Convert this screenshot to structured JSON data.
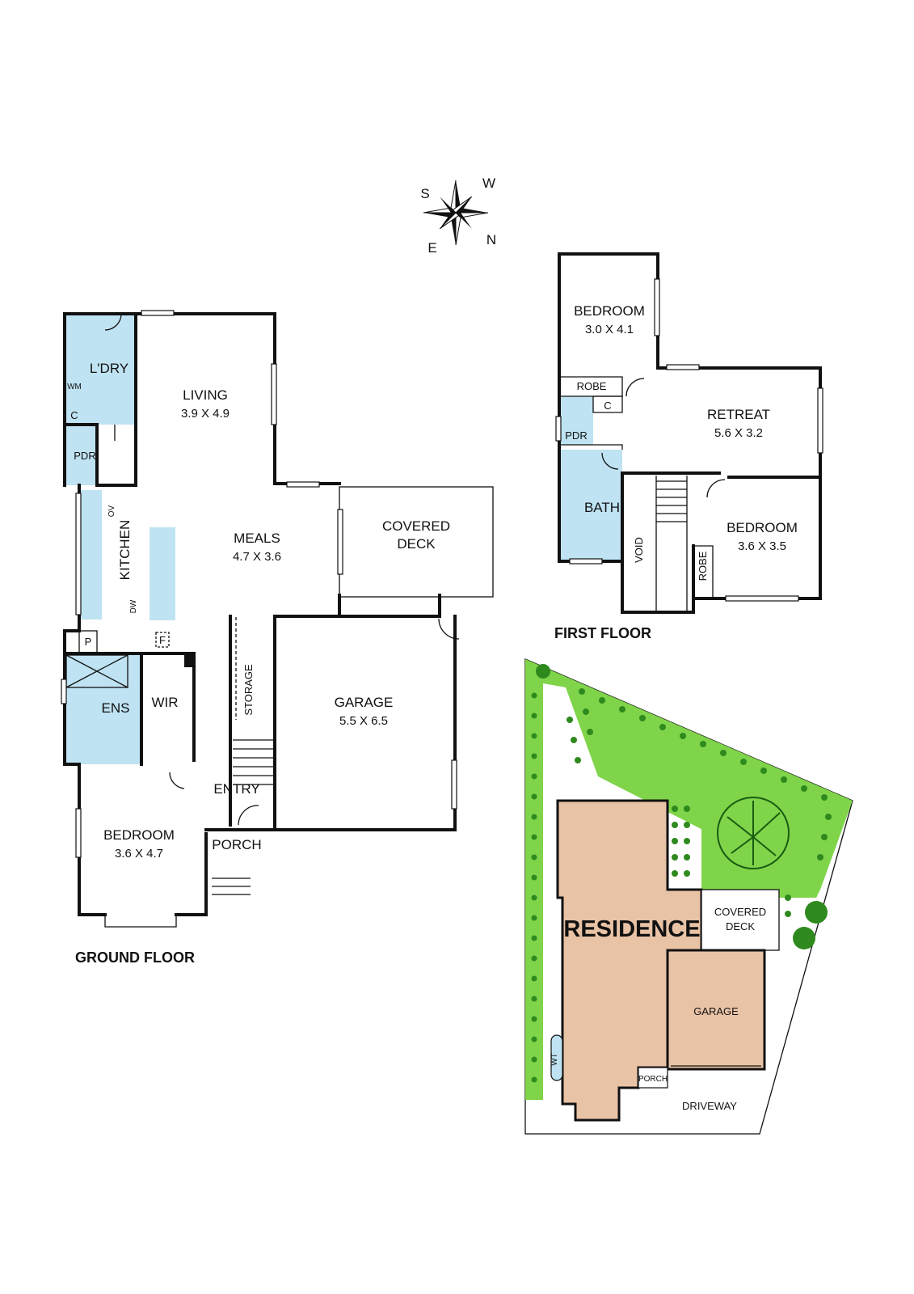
{
  "compass": {
    "s": "S",
    "w": "W",
    "e": "E",
    "n": "N"
  },
  "ground_floor": {
    "title": "GROUND FLOOR",
    "laundry": "L'DRY",
    "wm": "WM",
    "cupboard": "C",
    "powder": "PDR",
    "living": {
      "name": "LIVING",
      "dims": "3.9 X 4.9"
    },
    "kitchen": "KITCHEN",
    "oven": "OV",
    "dishwasher": "DW",
    "pantry": "P",
    "fridge": "F",
    "meals": {
      "name": "MEALS",
      "dims": "4.7 X 3.6"
    },
    "covered_deck": {
      "line1": "COVERED",
      "line2": "DECK"
    },
    "garage": {
      "name": "GARAGE",
      "dims": "5.5 X 6.5"
    },
    "storage": "STORAGE",
    "ensuite": "ENS",
    "wir": "WIR",
    "entry": "ENTRY",
    "porch": "PORCH",
    "bedroom": {
      "name": "BEDROOM",
      "dims": "3.6 X 4.7"
    }
  },
  "first_floor": {
    "title": "FIRST FLOOR",
    "bedroom1": {
      "name": "BEDROOM",
      "dims": "3.0 X 4.1"
    },
    "robe1": "ROBE",
    "cupboard": "C",
    "powder": "PDR",
    "retreat": {
      "name": "RETREAT",
      "dims": "5.6 X 3.2"
    },
    "bath": "BATH",
    "void": "VOID",
    "robe2": "ROBE",
    "bedroom2": {
      "name": "BEDROOM",
      "dims": "3.6 X 3.5"
    }
  },
  "site_plan": {
    "residence": "RESIDENCE",
    "covered_deck": {
      "line1": "COVERED",
      "line2": "DECK"
    },
    "garage": "GARAGE",
    "porch": "PORCH",
    "driveway": "DRIVEWAY",
    "water_tank": "WT"
  },
  "colors": {
    "wet_area": "#bfe3f2",
    "lawn": "#7fd44a",
    "shrub": "#2f8a1e",
    "residence": "#e9c3a6"
  }
}
